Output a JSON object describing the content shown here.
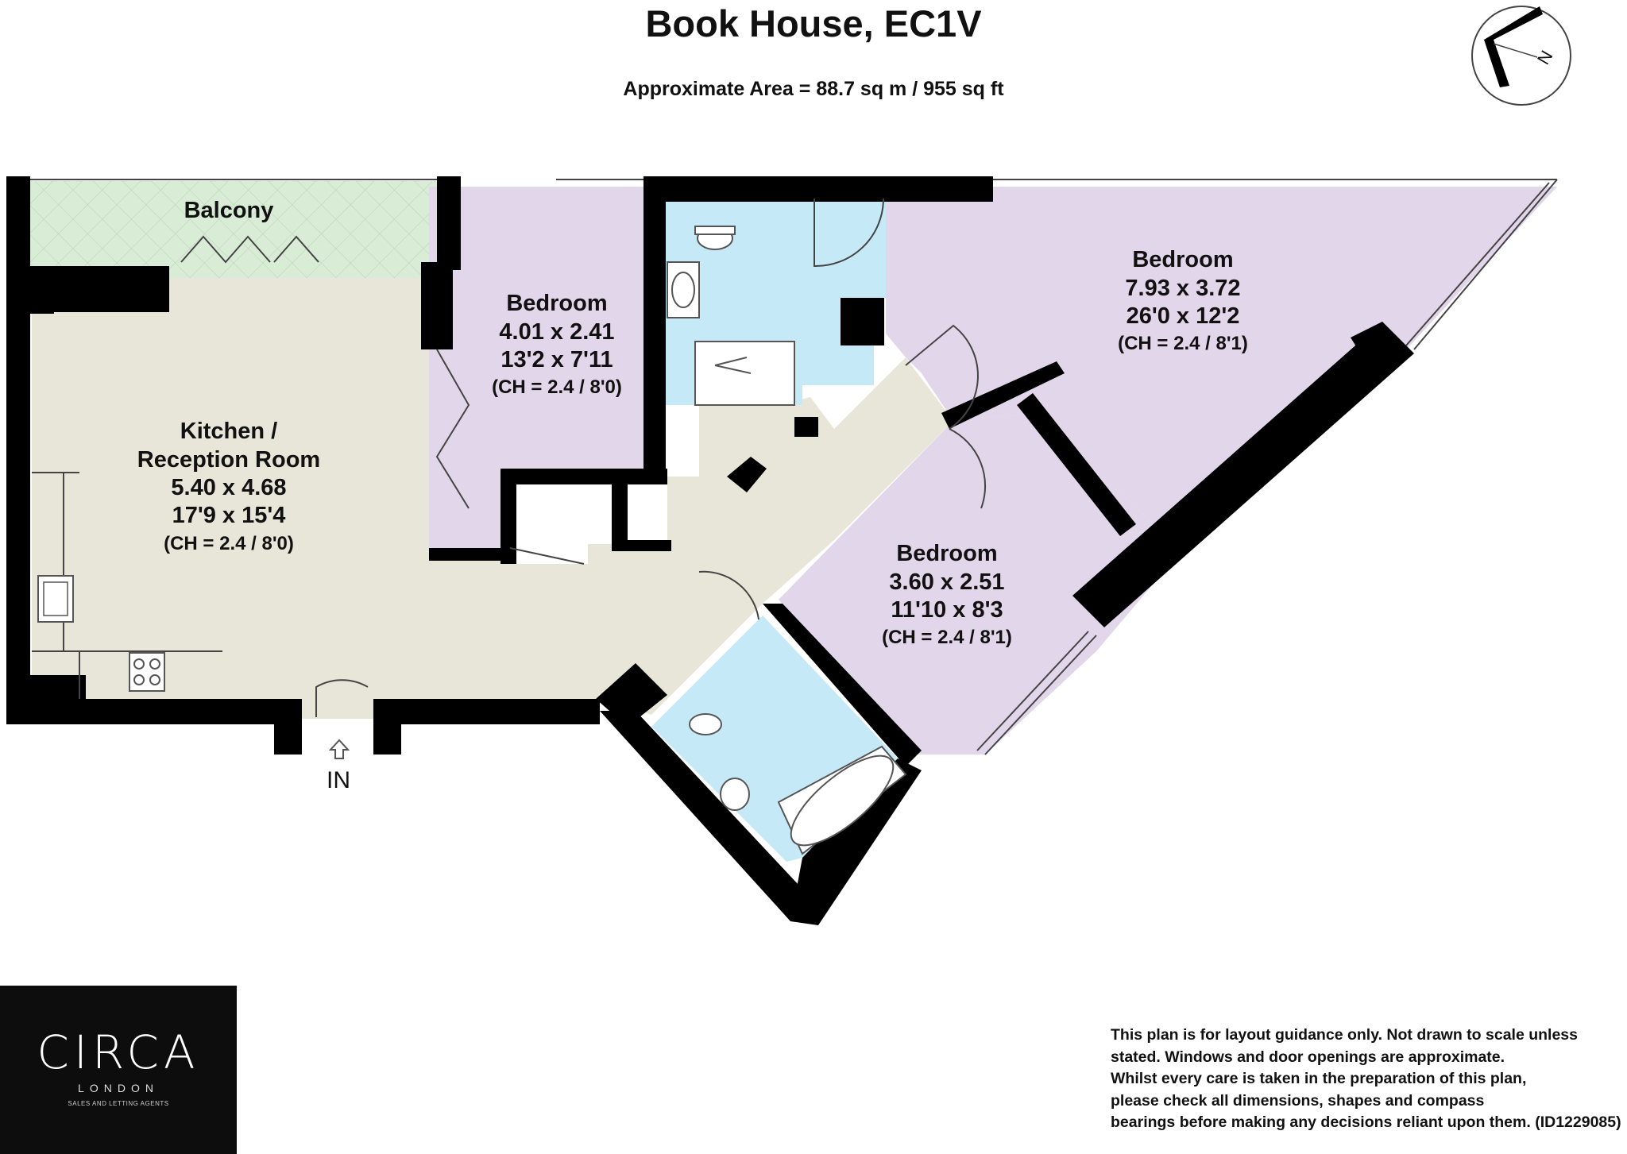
{
  "title": "Book House, EC1V",
  "subtitle": "Approximate Area = 88.7 sq m / 955 sq ft",
  "compass": {
    "label": "N",
    "icon": "north-compass-icon"
  },
  "rooms": {
    "balcony": {
      "name": "Balcony"
    },
    "kitchen": {
      "name_line1": "Kitchen /",
      "name_line2": "Reception Room",
      "metric": "5.40 x 4.68",
      "imperial": "17'9 x 15'4",
      "ceiling": "(CH = 2.4 / 8'0)"
    },
    "bedroom_small": {
      "name": "Bedroom",
      "metric": "4.01 x 2.41",
      "imperial": "13'2 x 7'11",
      "ceiling": "(CH = 2.4 / 8'0)"
    },
    "bedroom_large": {
      "name": "Bedroom",
      "metric": "7.93 x 3.72",
      "imperial": "26'0 x 12'2",
      "ceiling": "(CH = 2.4 / 8'1)"
    },
    "bedroom_mid": {
      "name": "Bedroom",
      "metric": "3.60 x 2.51",
      "imperial": "11'10 x 8'3",
      "ceiling": "(CH = 2.4 / 8'1)"
    }
  },
  "entrance_label": "IN",
  "logo": {
    "name": "CIRCA",
    "city": "LONDON",
    "tagline": "SALES AND LETTING AGENTS"
  },
  "disclaimer": [
    "This plan is for layout guidance only. Not drawn to scale unless",
    "stated. Windows and door openings are approximate.",
    "Whilst every care is taken in the preparation of this plan,",
    "please check all dimensions, shapes and compass",
    "bearings before making any decisions reliant upon them. (ID1229085)"
  ],
  "colors": {
    "wall": "#000000",
    "living": "#e8e6d8",
    "bedroom": "#e2d6ea",
    "bathroom": "#c6e9f7",
    "balcony": "#d8ecd6"
  }
}
